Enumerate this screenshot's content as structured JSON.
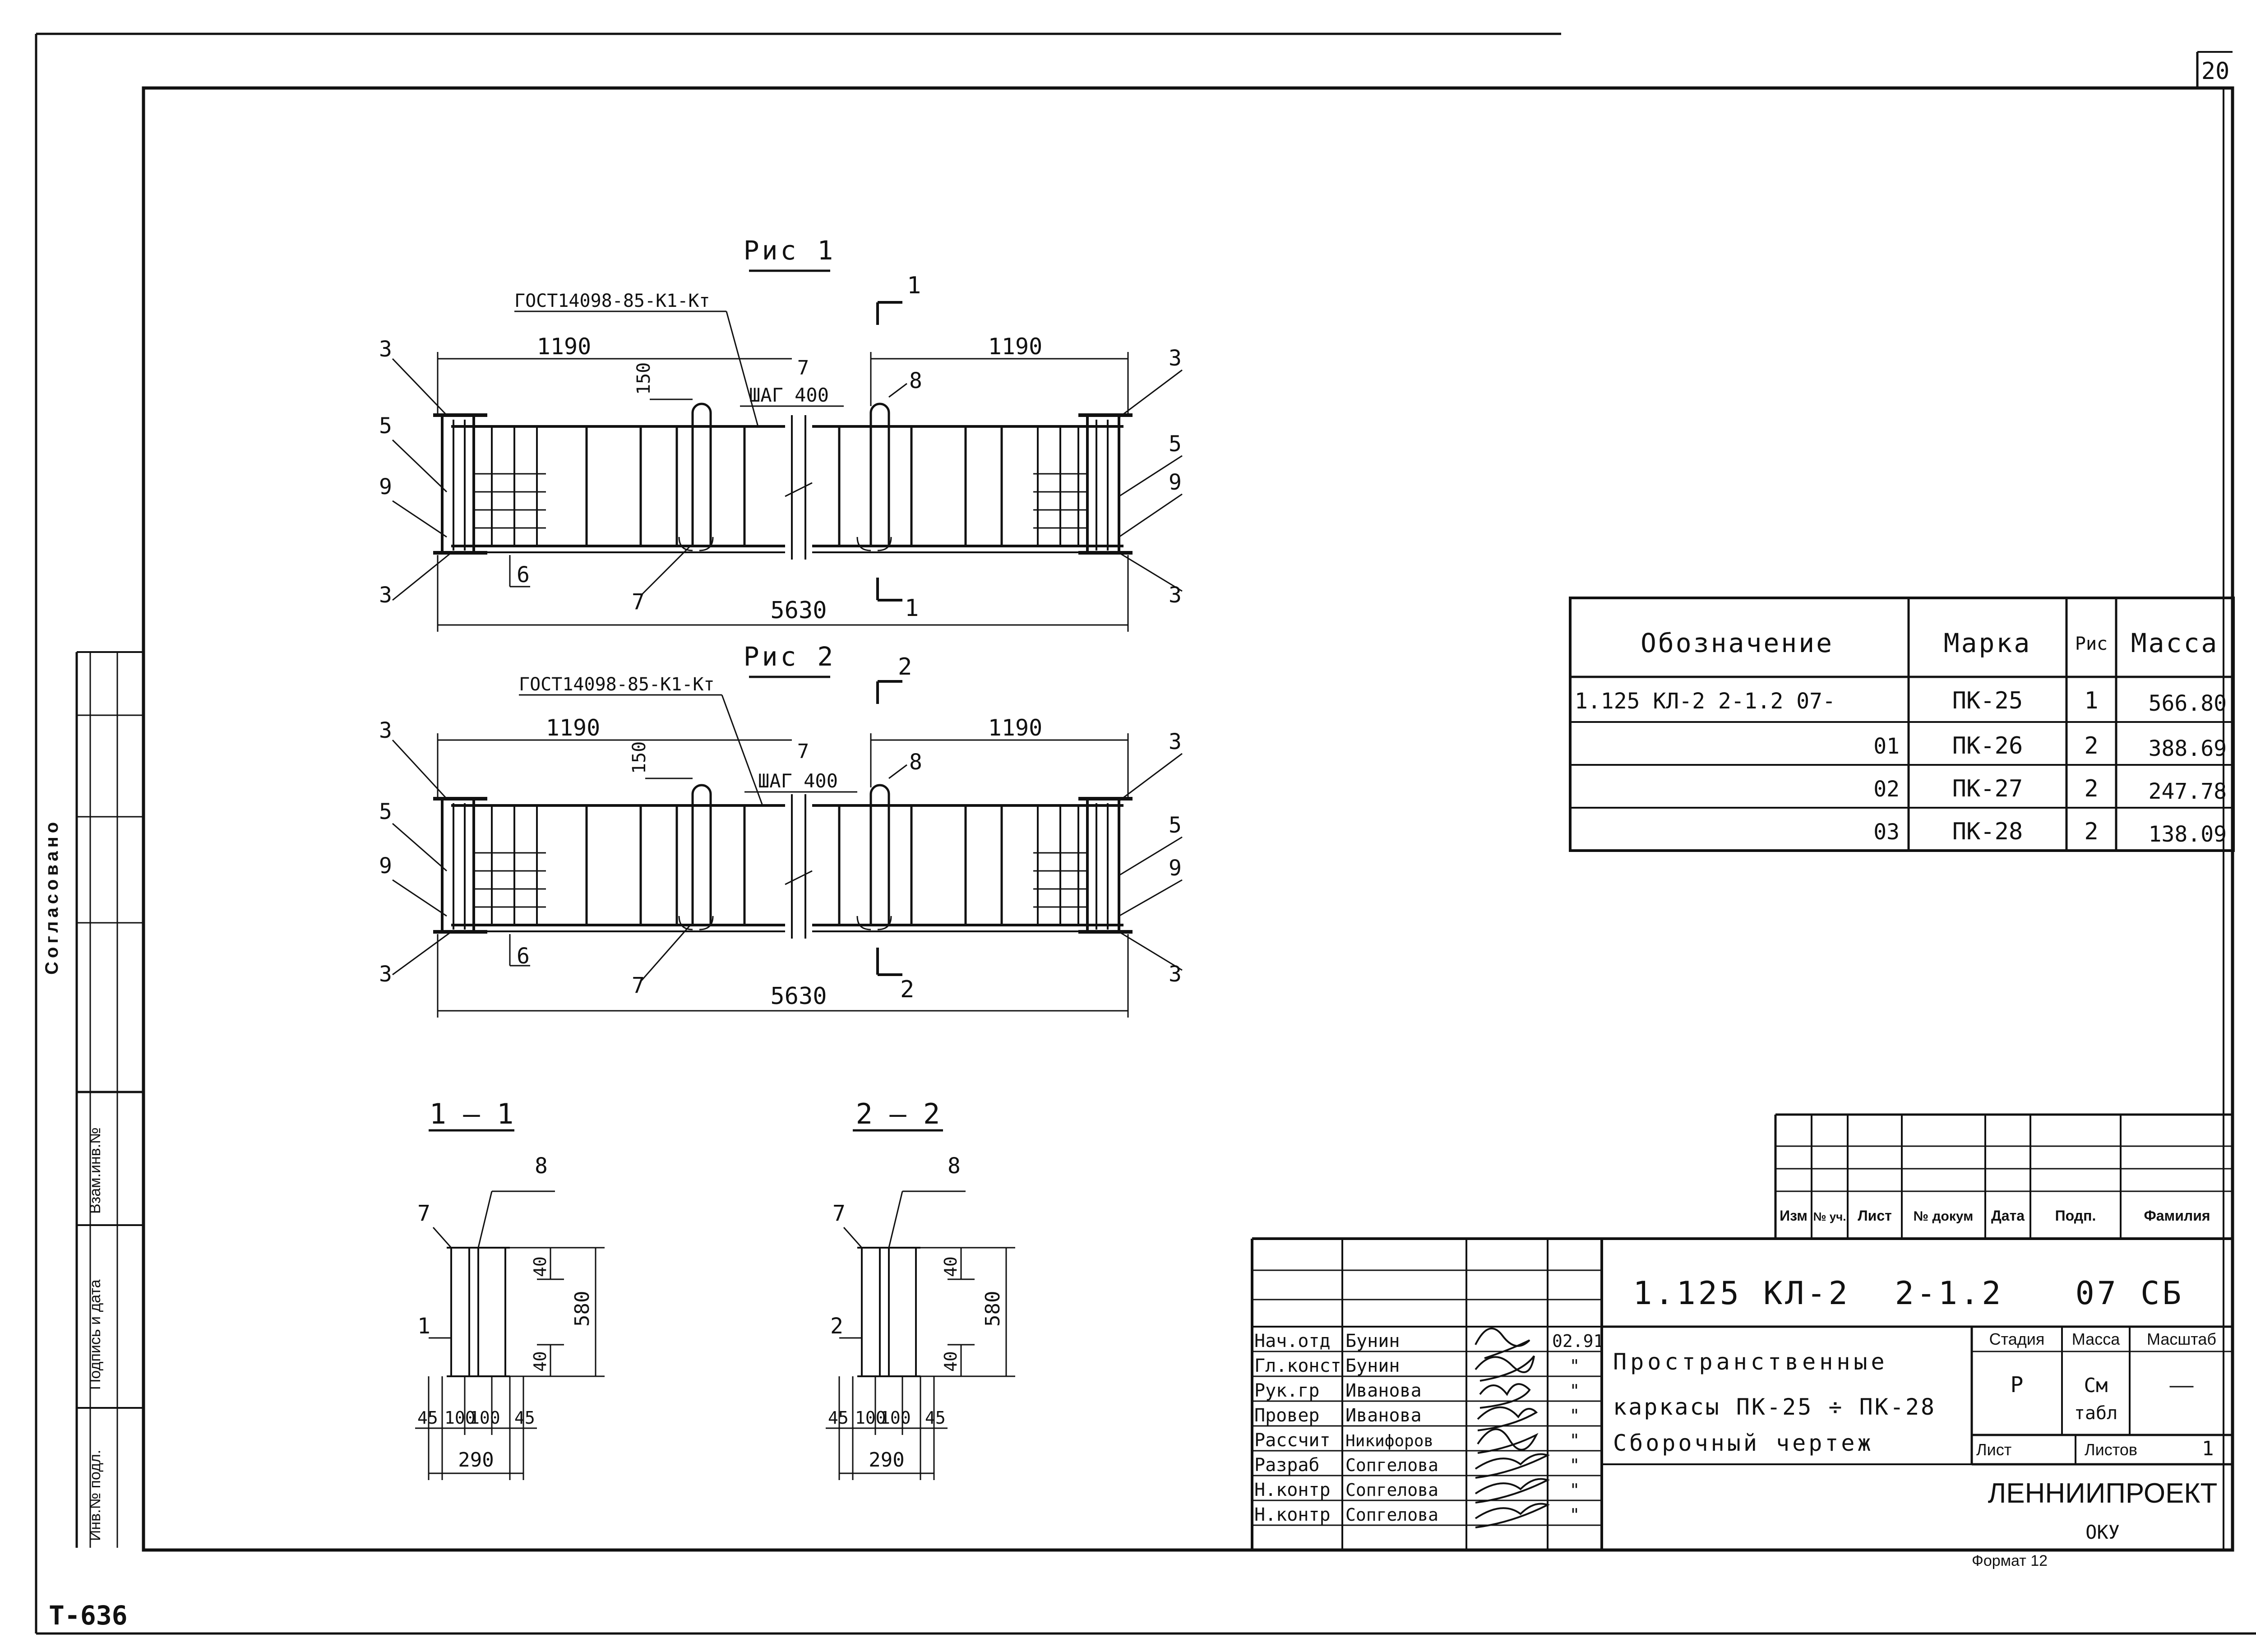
{
  "sheet": {
    "sheet_number": "20",
    "stamp_code": "T-636",
    "format_label": "Формат 12"
  },
  "margin_labels": {
    "agreed": "Согласовано",
    "replaced_inv": "Взам.инв.№",
    "signature_date": "Подпись и дата",
    "inv_orig": "Инв.№ подл."
  },
  "fig1": {
    "title": "Рис 1",
    "gost": "ГОСТ14098-85-К1-Кт",
    "dim_left": "1190",
    "dim_right": "1190",
    "dim_total": "5630",
    "dim_150": "150",
    "step": "ШАГ 400",
    "section_mark": "1",
    "callouts": {
      "c3": "3",
      "c5": "5",
      "c9": "9",
      "c6": "6",
      "c7": "7",
      "c8": "8"
    }
  },
  "fig2": {
    "title": "Рис 2",
    "gost": "ГОСТ14098-85-К1-Кт",
    "dim_left": "1190",
    "dim_right": "1190",
    "dim_total": "5630",
    "dim_150": "150",
    "step": "ШАГ 400",
    "section_mark": "2",
    "callouts": {
      "c3": "3",
      "c5": "5",
      "c9": "9",
      "c6": "6",
      "c7": "7",
      "c8": "8"
    }
  },
  "section1": {
    "title": "1 — 1",
    "c7": "7",
    "c8": "8",
    "c_pos": "1",
    "d40a": "40",
    "d40b": "40",
    "d580": "580",
    "d45a": "45",
    "d100a": "100",
    "d100b": "100",
    "d45b": "45",
    "d290": "290"
  },
  "section2": {
    "title": "2 — 2",
    "c7": "7",
    "c8": "8",
    "c_pos": "2",
    "d40a": "40",
    "d40b": "40",
    "d580": "580",
    "d45a": "45",
    "d100a": "100",
    "d100b": "100",
    "d45b": "45",
    "d290": "290"
  },
  "spec_table": {
    "headers": [
      "Обозначение",
      "Марка",
      "Рис",
      "Масса"
    ],
    "rows": [
      {
        "designation": "1.125 КЛ-2  2-1.2 07-",
        "mark": "ПК-25",
        "fig": "1",
        "mass": "566.80"
      },
      {
        "designation": "01",
        "mark": "ПК-26",
        "fig": "2",
        "mass": "388.69"
      },
      {
        "designation": "02",
        "mark": "ПК-27",
        "fig": "2",
        "mass": "247.78"
      },
      {
        "designation": "03",
        "mark": "ПК-28",
        "fig": "2",
        "mass": "138.09"
      }
    ]
  },
  "title_block": {
    "revision_headers": [
      "Изм",
      "№ уч.",
      "Лист",
      "№ докум",
      "Дата",
      "Подп.",
      "Фамилия"
    ],
    "doc_code_a": "1.125 КЛ-2",
    "doc_code_b": "2-1.2",
    "doc_code_c": "07 СБ",
    "title_line1": "Пространственные",
    "title_line2": "каркасы ПК-25 ÷ ПК-28",
    "title_line3": "Сборочный чертеж",
    "stage_header": "Стадия",
    "mass_header": "Масса",
    "scale_header": "Масштаб",
    "stage_value": "Р",
    "mass_value_a": "См",
    "mass_value_b": "табл",
    "scale_value": "——",
    "sheet_header": "Лист",
    "sheets_header": "Листов",
    "sheets_value": "1",
    "org": "ЛЕННИИПРОЕКТ",
    "org_dept": "ОКУ",
    "date_value": "02.91",
    "ditto": "\"",
    "roles": [
      {
        "role": "Нач.отд",
        "name": "Бунин"
      },
      {
        "role": "Гл.конст",
        "name": "Бунин"
      },
      {
        "role": "Рук.гр",
        "name": "Иванова"
      },
      {
        "role": "Провер",
        "name": "Иванова"
      },
      {
        "role": "Рассчит",
        "name": "Никифоров"
      },
      {
        "role": "Разраб",
        "name": "Сопгелова"
      },
      {
        "role": "Н.контр",
        "name": "Сопгелова"
      },
      {
        "role": "Н.контр",
        "name": "Сопгелова"
      }
    ]
  }
}
